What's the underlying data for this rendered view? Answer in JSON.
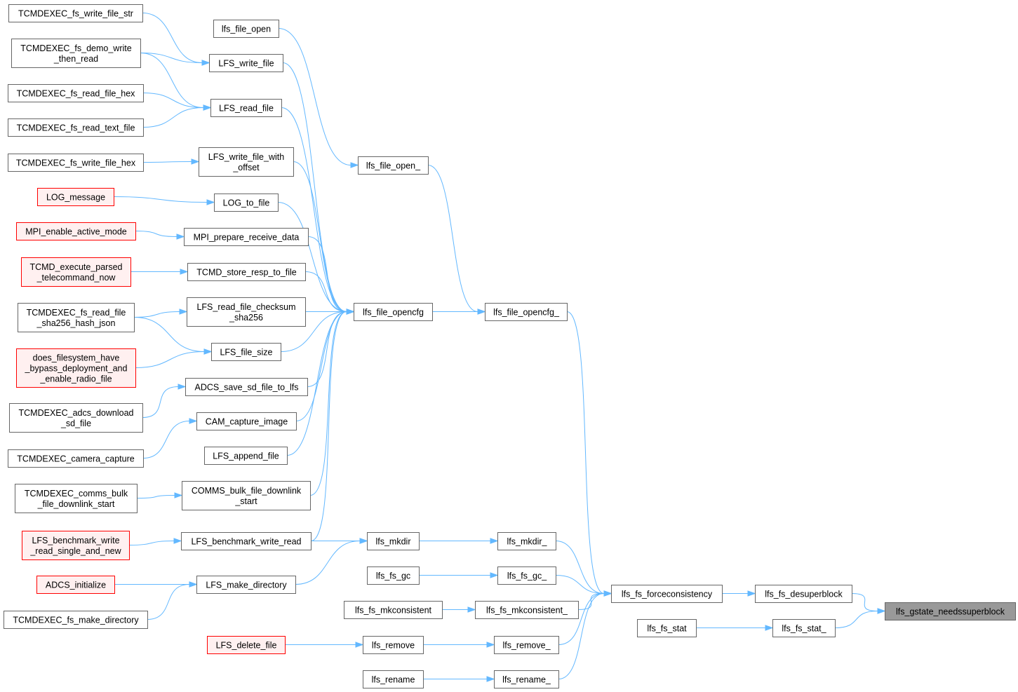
{
  "graph": {
    "root": "lfs_gstate_needssuperblock",
    "nodes": [
      {
        "id": "n_root",
        "lines": [
          "lfs_gstate_needssuperblock"
        ],
        "style": "root"
      },
      {
        "id": "n_desuper",
        "lines": [
          "lfs_fs_desuperblock"
        ],
        "style": "normal"
      },
      {
        "id": "n_stat_",
        "lines": [
          "lfs_fs_stat_"
        ],
        "style": "normal"
      },
      {
        "id": "n_stat",
        "lines": [
          "lfs_fs_stat"
        ],
        "style": "normal"
      },
      {
        "id": "n_force",
        "lines": [
          "lfs_fs_forceconsistency"
        ],
        "style": "normal"
      },
      {
        "id": "n_opencfg_",
        "lines": [
          "lfs_file_opencfg_"
        ],
        "style": "normal"
      },
      {
        "id": "n_open_",
        "lines": [
          "lfs_file_open_"
        ],
        "style": "normal"
      },
      {
        "id": "n_open",
        "lines": [
          "lfs_file_open"
        ],
        "style": "normal"
      },
      {
        "id": "n_opencfg",
        "lines": [
          "lfs_file_opencfg"
        ],
        "style": "normal"
      },
      {
        "id": "n_mkdir_",
        "lines": [
          "lfs_mkdir_"
        ],
        "style": "normal"
      },
      {
        "id": "n_gc_",
        "lines": [
          "lfs_fs_gc_"
        ],
        "style": "normal"
      },
      {
        "id": "n_mkcons_",
        "lines": [
          "lfs_fs_mkconsistent_"
        ],
        "style": "normal"
      },
      {
        "id": "n_remove_",
        "lines": [
          "lfs_remove_"
        ],
        "style": "normal"
      },
      {
        "id": "n_rename_",
        "lines": [
          "lfs_rename_"
        ],
        "style": "normal"
      },
      {
        "id": "n_mkdir",
        "lines": [
          "lfs_mkdir"
        ],
        "style": "normal"
      },
      {
        "id": "n_gc",
        "lines": [
          "lfs_fs_gc"
        ],
        "style": "normal"
      },
      {
        "id": "n_mkcons",
        "lines": [
          "lfs_fs_mkconsistent"
        ],
        "style": "normal"
      },
      {
        "id": "n_remove",
        "lines": [
          "lfs_remove"
        ],
        "style": "normal"
      },
      {
        "id": "n_rename",
        "lines": [
          "lfs_rename"
        ],
        "style": "normal"
      },
      {
        "id": "n_write_file",
        "lines": [
          "LFS_write_file"
        ],
        "style": "normal"
      },
      {
        "id": "n_read_file",
        "lines": [
          "LFS_read_file"
        ],
        "style": "normal"
      },
      {
        "id": "n_write_off",
        "lines": [
          "LFS_write_file_with",
          "_offset"
        ],
        "style": "normal"
      },
      {
        "id": "n_log_to_file",
        "lines": [
          "LOG_to_file"
        ],
        "style": "normal"
      },
      {
        "id": "n_mpi_prep",
        "lines": [
          "MPI_prepare_receive_data"
        ],
        "style": "normal"
      },
      {
        "id": "n_tcmd_store",
        "lines": [
          "TCMD_store_resp_to_file"
        ],
        "style": "normal"
      },
      {
        "id": "n_checksum",
        "lines": [
          "LFS_read_file_checksum",
          "_sha256"
        ],
        "style": "normal"
      },
      {
        "id": "n_file_size",
        "lines": [
          "LFS_file_size"
        ],
        "style": "normal"
      },
      {
        "id": "n_adcs_save",
        "lines": [
          "ADCS_save_sd_file_to_lfs"
        ],
        "style": "normal"
      },
      {
        "id": "n_cam_cap",
        "lines": [
          "CAM_capture_image"
        ],
        "style": "normal"
      },
      {
        "id": "n_append",
        "lines": [
          "LFS_append_file"
        ],
        "style": "normal"
      },
      {
        "id": "n_comms_bulk",
        "lines": [
          "COMMS_bulk_file_downlink",
          "_start"
        ],
        "style": "normal"
      },
      {
        "id": "n_bench_wr",
        "lines": [
          "LFS_benchmark_write_read"
        ],
        "style": "normal"
      },
      {
        "id": "n_make_dir",
        "lines": [
          "LFS_make_directory"
        ],
        "style": "normal"
      },
      {
        "id": "n_delete",
        "lines": [
          "LFS_delete_file"
        ],
        "style": "red"
      },
      {
        "id": "t_write_str",
        "lines": [
          "TCMDEXEC_fs_write_file_str"
        ],
        "style": "normal"
      },
      {
        "id": "t_demo",
        "lines": [
          "TCMDEXEC_fs_demo_write",
          "_then_read"
        ],
        "style": "normal"
      },
      {
        "id": "t_read_hex",
        "lines": [
          "TCMDEXEC_fs_read_file_hex"
        ],
        "style": "normal"
      },
      {
        "id": "t_read_text",
        "lines": [
          "TCMDEXEC_fs_read_text_file"
        ],
        "style": "normal"
      },
      {
        "id": "t_write_hex",
        "lines": [
          "TCMDEXEC_fs_write_file_hex"
        ],
        "style": "normal"
      },
      {
        "id": "t_log_msg",
        "lines": [
          "LOG_message"
        ],
        "style": "red"
      },
      {
        "id": "t_mpi_en",
        "lines": [
          "MPI_enable_active_mode"
        ],
        "style": "red"
      },
      {
        "id": "t_tcmd_exec",
        "lines": [
          "TCMD_execute_parsed",
          "_telecommand_now"
        ],
        "style": "red"
      },
      {
        "id": "t_sha",
        "lines": [
          "TCMDEXEC_fs_read_file",
          "_sha256_hash_json"
        ],
        "style": "normal"
      },
      {
        "id": "t_does_fs",
        "lines": [
          "does_filesystem_have",
          "_bypass_deployment_and",
          "_enable_radio_file"
        ],
        "style": "red"
      },
      {
        "id": "t_adcs_dl",
        "lines": [
          "TCMDEXEC_adcs_download",
          "_sd_file"
        ],
        "style": "normal"
      },
      {
        "id": "t_cam",
        "lines": [
          "TCMDEXEC_camera_capture"
        ],
        "style": "normal"
      },
      {
        "id": "t_comms",
        "lines": [
          "TCMDEXEC_comms_bulk",
          "_file_downlink_start"
        ],
        "style": "normal"
      },
      {
        "id": "t_bench",
        "lines": [
          "LFS_benchmark_write",
          "_read_single_and_new"
        ],
        "style": "red"
      },
      {
        "id": "t_adcs_init",
        "lines": [
          "ADCS_initialize"
        ],
        "style": "red"
      },
      {
        "id": "t_make_dir",
        "lines": [
          "TCMDEXEC_fs_make_directory"
        ],
        "style": "normal"
      }
    ],
    "edges": [
      [
        "n_desuper",
        "n_root"
      ],
      [
        "n_stat_",
        "n_root"
      ],
      [
        "n_force",
        "n_desuper"
      ],
      [
        "n_stat",
        "n_stat_"
      ],
      [
        "n_opencfg_",
        "n_force"
      ],
      [
        "n_mkdir_",
        "n_force"
      ],
      [
        "n_gc_",
        "n_force"
      ],
      [
        "n_mkcons_",
        "n_force"
      ],
      [
        "n_remove_",
        "n_force"
      ],
      [
        "n_rename_",
        "n_force"
      ],
      [
        "n_opencfg",
        "n_opencfg_"
      ],
      [
        "n_open_",
        "n_opencfg_"
      ],
      [
        "n_open",
        "n_open_"
      ],
      [
        "n_mkdir",
        "n_mkdir_"
      ],
      [
        "n_gc",
        "n_gc_"
      ],
      [
        "n_mkcons",
        "n_mkcons_"
      ],
      [
        "n_remove",
        "n_remove_"
      ],
      [
        "n_rename",
        "n_rename_"
      ],
      [
        "n_bench_wr",
        "n_mkdir"
      ],
      [
        "n_make_dir",
        "n_mkdir"
      ],
      [
        "n_delete",
        "n_remove"
      ],
      [
        "n_write_file",
        "n_opencfg"
      ],
      [
        "n_read_file",
        "n_opencfg"
      ],
      [
        "n_write_off",
        "n_opencfg"
      ],
      [
        "n_log_to_file",
        "n_opencfg"
      ],
      [
        "n_mpi_prep",
        "n_opencfg"
      ],
      [
        "n_tcmd_store",
        "n_opencfg"
      ],
      [
        "n_checksum",
        "n_opencfg"
      ],
      [
        "n_file_size",
        "n_opencfg"
      ],
      [
        "n_adcs_save",
        "n_opencfg"
      ],
      [
        "n_cam_cap",
        "n_opencfg"
      ],
      [
        "n_append",
        "n_opencfg"
      ],
      [
        "n_comms_bulk",
        "n_opencfg"
      ],
      [
        "n_bench_wr",
        "n_opencfg"
      ],
      [
        "t_write_str",
        "n_write_file"
      ],
      [
        "t_demo",
        "n_write_file"
      ],
      [
        "t_demo",
        "n_read_file"
      ],
      [
        "t_read_hex",
        "n_read_file"
      ],
      [
        "t_read_text",
        "n_read_file"
      ],
      [
        "t_write_hex",
        "n_write_off"
      ],
      [
        "t_log_msg",
        "n_log_to_file"
      ],
      [
        "t_mpi_en",
        "n_mpi_prep"
      ],
      [
        "t_tcmd_exec",
        "n_tcmd_store"
      ],
      [
        "t_sha",
        "n_checksum"
      ],
      [
        "t_sha",
        "n_file_size"
      ],
      [
        "t_does_fs",
        "n_file_size"
      ],
      [
        "t_adcs_dl",
        "n_adcs_save"
      ],
      [
        "t_cam",
        "n_cam_cap"
      ],
      [
        "t_comms",
        "n_comms_bulk"
      ],
      [
        "t_bench",
        "n_bench_wr"
      ],
      [
        "t_adcs_init",
        "n_make_dir"
      ],
      [
        "t_make_dir",
        "n_make_dir"
      ]
    ]
  }
}
